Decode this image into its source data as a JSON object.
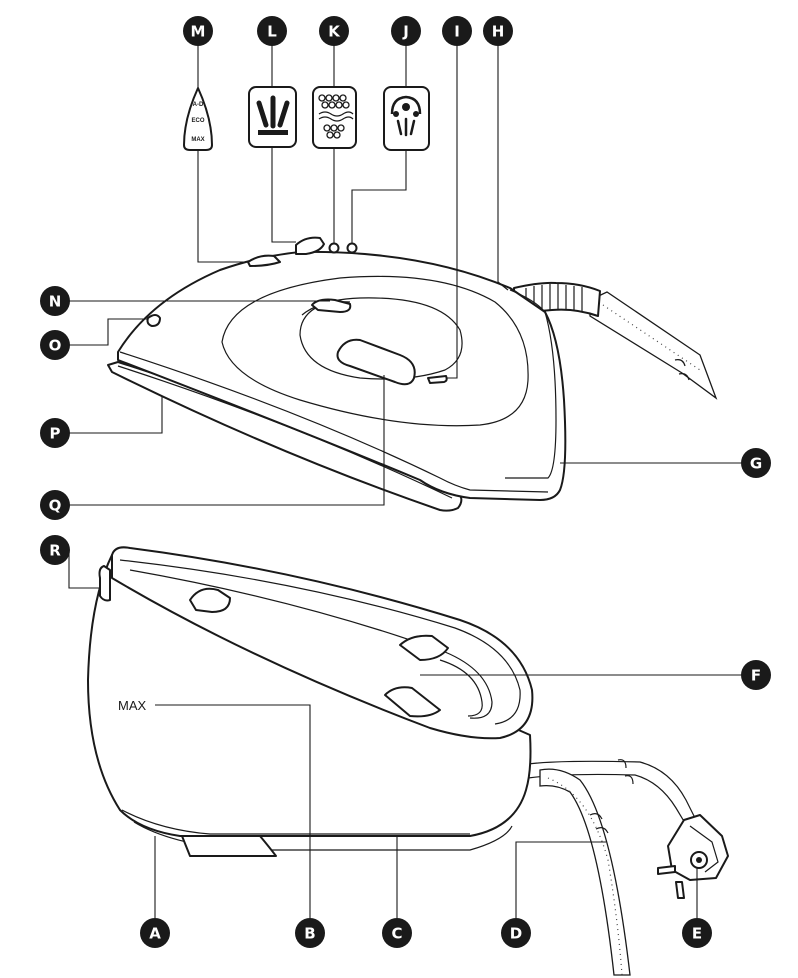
{
  "callouts": {
    "M": "M",
    "L": "L",
    "K": "K",
    "J": "J",
    "I": "I",
    "H": "H",
    "N": "N",
    "O": "O",
    "P": "P",
    "Q": "Q",
    "G": "G",
    "R": "R",
    "F": "F",
    "A": "A",
    "B": "B",
    "C": "C",
    "D": "D",
    "E": "E"
  },
  "steam_selector": {
    "top": "A-D",
    "middle": "ECO",
    "bottom": "MAX"
  },
  "max_label": "MAX"
}
